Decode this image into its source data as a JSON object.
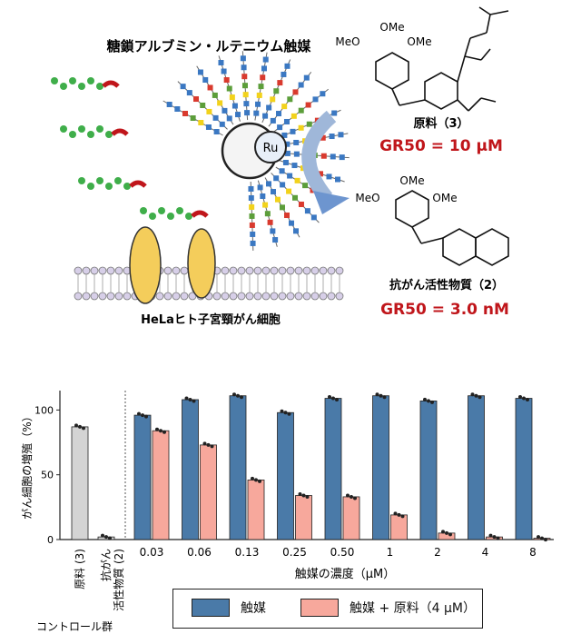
{
  "figure": {
    "catalyst_title": "糖鎖アルブミン・ルテニウム触媒",
    "metal_label": "Ru",
    "cell_label": "HeLaヒト子宮頸がん細胞",
    "substrate_label": "原料（3）",
    "substrate_gr50": "GR50 = 10 μM",
    "product_label": "抗がん活性物質（2）",
    "product_gr50": "GR50 = 3.0 nM",
    "ome_label": "OMe",
    "meo_label": "MeO",
    "highlight_color": "#c0161b"
  },
  "chart_data": {
    "type": "bar",
    "ylabel": "がん細胞の増殖（%）",
    "xlabel": "触媒の濃度（μM）",
    "ylim": [
      0,
      115
    ],
    "yticks": [
      0,
      50,
      100
    ],
    "control_group_label": "コントロール群",
    "control": {
      "categories": [
        "原料 (3)",
        "抗がん\n活性物質 (2)"
      ],
      "values": [
        87,
        2
      ],
      "color": "#d4d4d4"
    },
    "categories": [
      "0.03",
      "0.06",
      "0.13",
      "0.25",
      "0.50",
      "1",
      "2",
      "4",
      "8"
    ],
    "series": [
      {
        "name": "触媒",
        "color": "#4a7aa8",
        "values": [
          96,
          108,
          111,
          98,
          109,
          111,
          107,
          111,
          109
        ]
      },
      {
        "name": "触媒 + 原料（4 μM）",
        "color": "#f7a89c",
        "values": [
          84,
          73,
          46,
          34,
          33,
          19,
          5,
          2,
          1
        ]
      }
    ]
  }
}
